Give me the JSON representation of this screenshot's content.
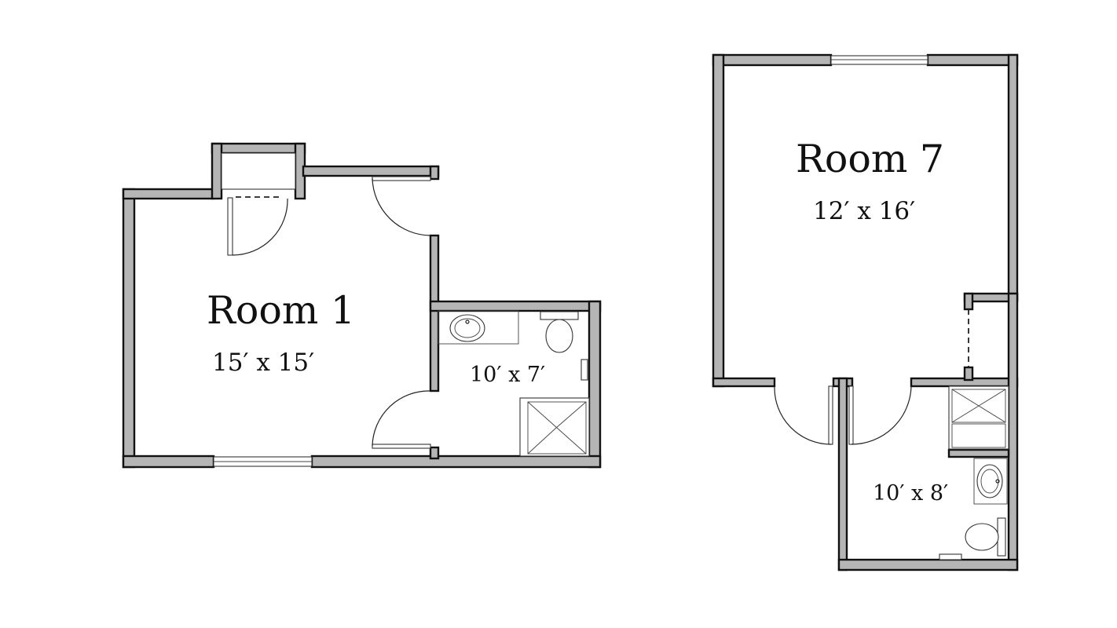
{
  "rooms": [
    {
      "name": "Room 1",
      "main_dims": "15′ x 15′",
      "bath_dims": "10′ x 7′"
    },
    {
      "name": "Room 7",
      "main_dims": "12′ x 16′",
      "bath_dims": "10′ x 8′"
    }
  ],
  "colors": {
    "wall_fill": "#b5b5b5",
    "wall_stroke": "#111111",
    "background": "#ffffff"
  },
  "icons": [
    "door-swing-icon",
    "closet-bifold-icon",
    "sink-icon",
    "toilet-icon",
    "shower-icon",
    "window-icon"
  ]
}
